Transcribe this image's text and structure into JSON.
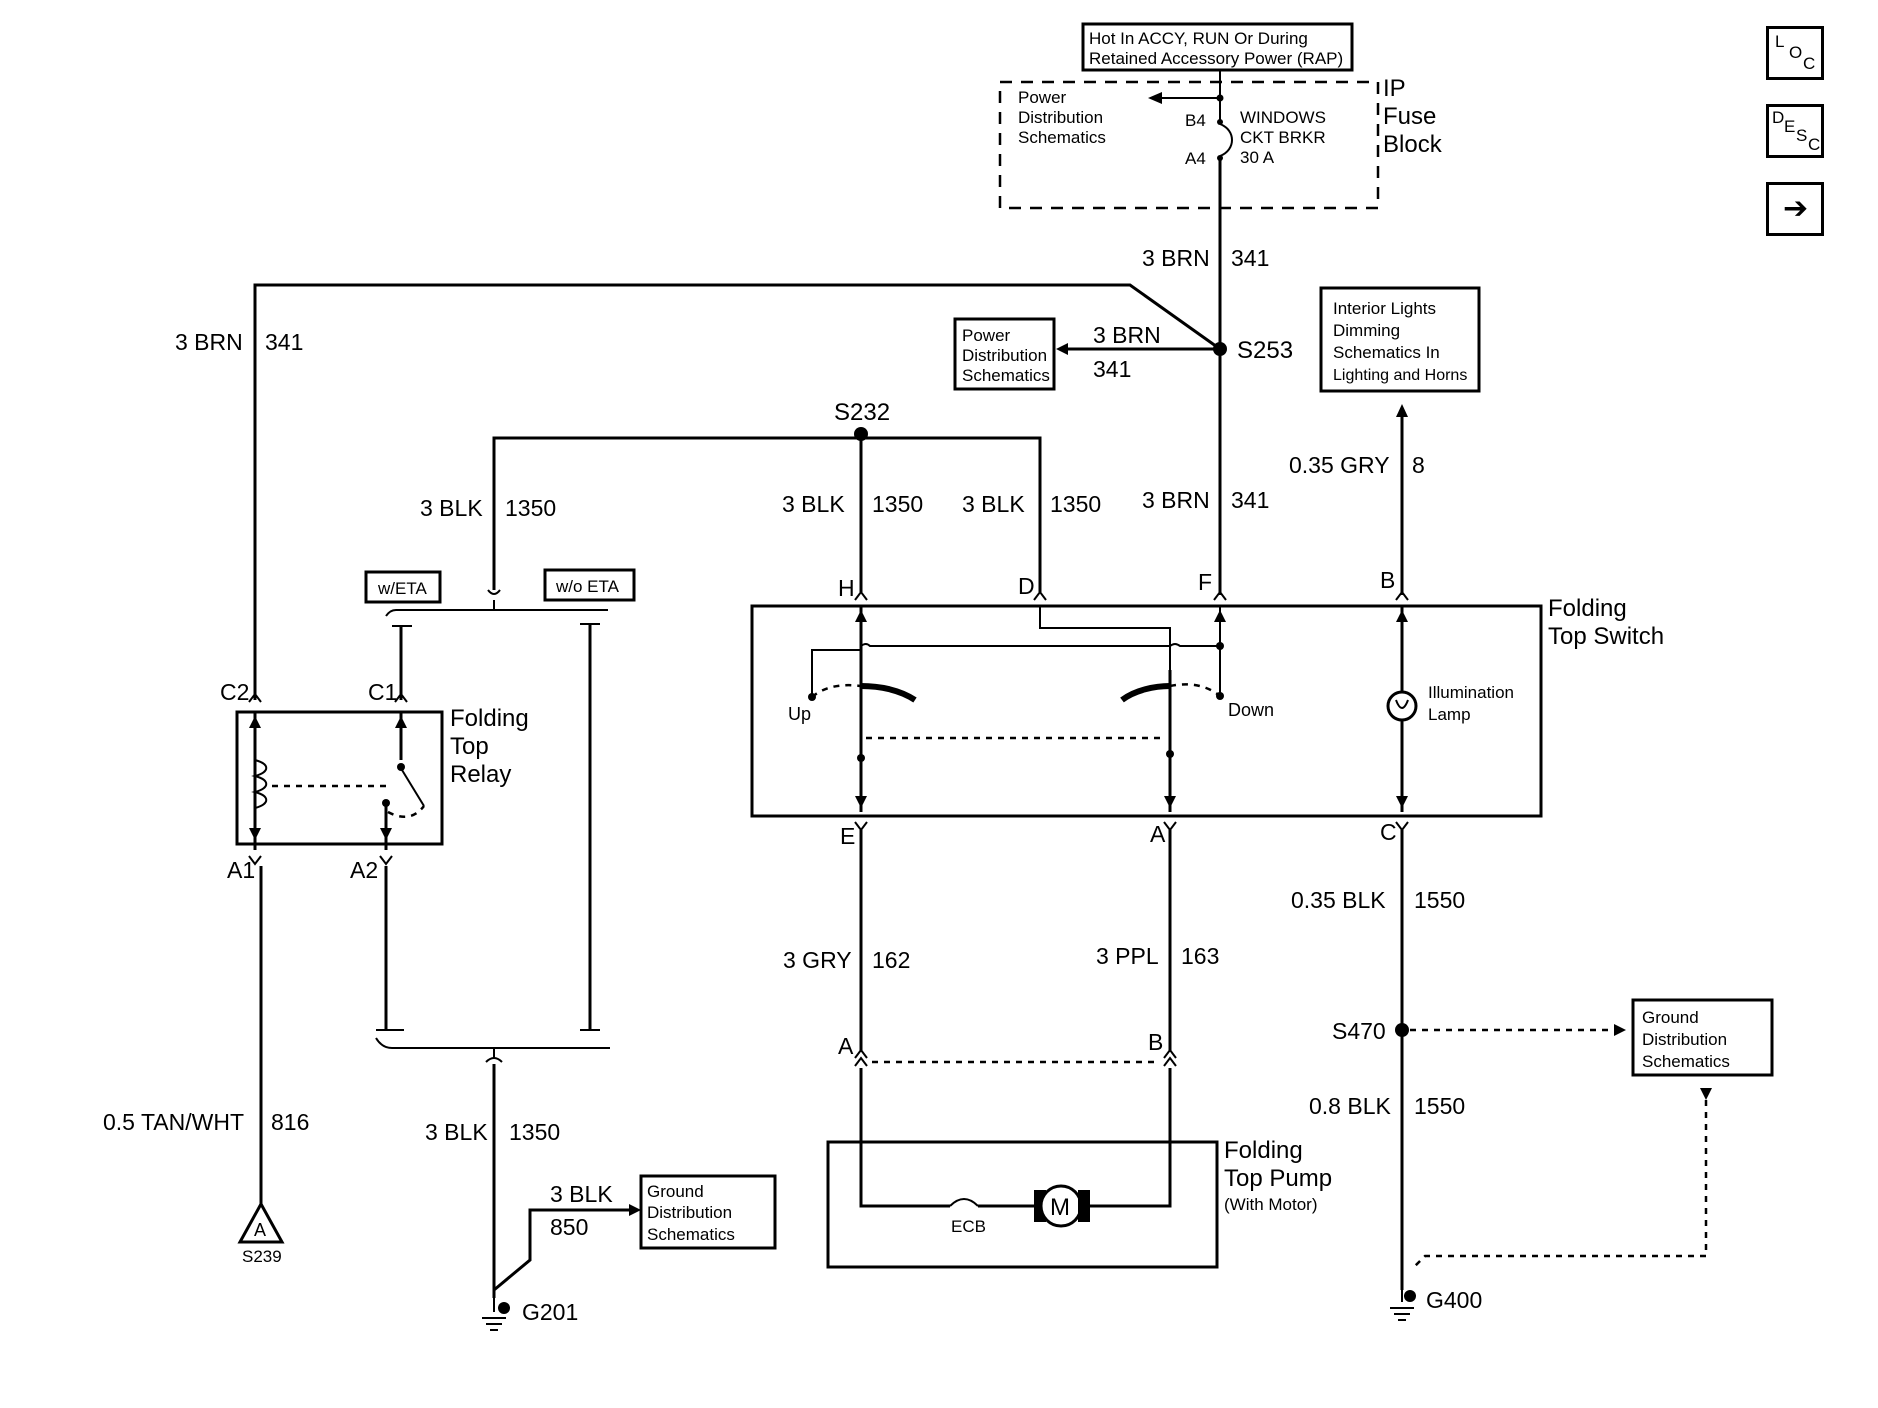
{
  "nav": {
    "loc": {
      "l1": "L",
      "l2": "O",
      "l3": "C"
    },
    "desc": {
      "l1": "D",
      "l2": "E",
      "l3": "S",
      "l4": "C"
    },
    "next": "➔"
  },
  "fuse_block": {
    "hot_label_line1": "Hot In ACCY, RUN Or During",
    "hot_label_line2": "Retained Accessory Power (RAP)",
    "name_line1": "IP",
    "name_line2": "Fuse",
    "name_line3": "Block",
    "power_dist_line1": "Power",
    "power_dist_line2": "Distribution",
    "power_dist_line3": "Schematics",
    "pin_b4": "B4",
    "pin_a4": "A4",
    "breaker_line1": "WINDOWS",
    "breaker_line2": "CKT BRKR",
    "breaker_line3": "30 A"
  },
  "wires": {
    "brn_top": {
      "gauge": "3 BRN",
      "circuit": "341"
    },
    "brn_left": {
      "gauge": "3 BRN",
      "circuit": "341"
    },
    "brn_branch": {
      "gauge": "3 BRN",
      "circuit": "341"
    },
    "brn_switch": {
      "gauge": "3 BRN",
      "circuit": "341"
    },
    "blk_left": {
      "gauge": "3 BLK",
      "circuit": "1350"
    },
    "blk_h": {
      "gauge": "3 BLK",
      "circuit": "1350"
    },
    "blk_d": {
      "gauge": "3 BLK",
      "circuit": "1350"
    },
    "gry_illum": {
      "gauge": "0.35 GRY",
      "circuit": "8"
    },
    "blk_c": {
      "gauge": "0.35 BLK",
      "circuit": "1550"
    },
    "gry_162": {
      "gauge": "3 GRY",
      "circuit": "162"
    },
    "ppl_163": {
      "gauge": "3 PPL",
      "circuit": "163"
    },
    "blk_g400": {
      "gauge": "0.8 BLK",
      "circuit": "1550"
    },
    "tan_wht": {
      "gauge": "0.5 TAN/WHT",
      "circuit": "816"
    },
    "blk_g201": {
      "gauge": "3 BLK",
      "circuit": "1350"
    },
    "blk_850": {
      "gauge": "3 BLK",
      "circuit": "850"
    }
  },
  "splices": {
    "s253": "S253",
    "s232": "S232",
    "s470": "S470"
  },
  "grounds": {
    "g201": "G201",
    "g400": "G400"
  },
  "refs": {
    "power_dist_line1": "Power",
    "power_dist_line2": "Distribution",
    "power_dist_line3": "Schematics",
    "interior_line1": "Interior Lights",
    "interior_line2": "Dimming",
    "interior_line3": "Schematics In",
    "interior_line4": "Lighting and Horns",
    "ground_dist_a_line1": "Ground",
    "ground_dist_a_line2": "Distribution",
    "ground_dist_a_line3": "Schematics",
    "ground_dist_b_line1": "Ground",
    "ground_dist_b_line2": "Distribution",
    "ground_dist_b_line3": "Schematics"
  },
  "options": {
    "w_eta": "w/ETA",
    "wo_eta": "w/o ETA"
  },
  "relay": {
    "name_line1": "Folding",
    "name_line2": "Top",
    "name_line3": "Relay",
    "pin_c2": "C2",
    "pin_c1": "C1",
    "pin_a1": "A1",
    "pin_a2": "A2"
  },
  "switch": {
    "name_line1": "Folding",
    "name_line2": "Top Switch",
    "pin_h": "H",
    "pin_d": "D",
    "pin_f": "F",
    "pin_b": "B",
    "pin_e": "E",
    "pin_a": "A",
    "pin_c": "C",
    "up": "Up",
    "down": "Down",
    "lamp_line1": "Illumination",
    "lamp_line2": "Lamp"
  },
  "pump": {
    "name_line1": "Folding",
    "name_line2": "Top Pump",
    "name_line3": "(With Motor)",
    "pin_a": "A",
    "pin_b": "B",
    "ecb": "ECB",
    "motor": "M"
  },
  "s239": {
    "letter": "A",
    "label": "S239"
  }
}
